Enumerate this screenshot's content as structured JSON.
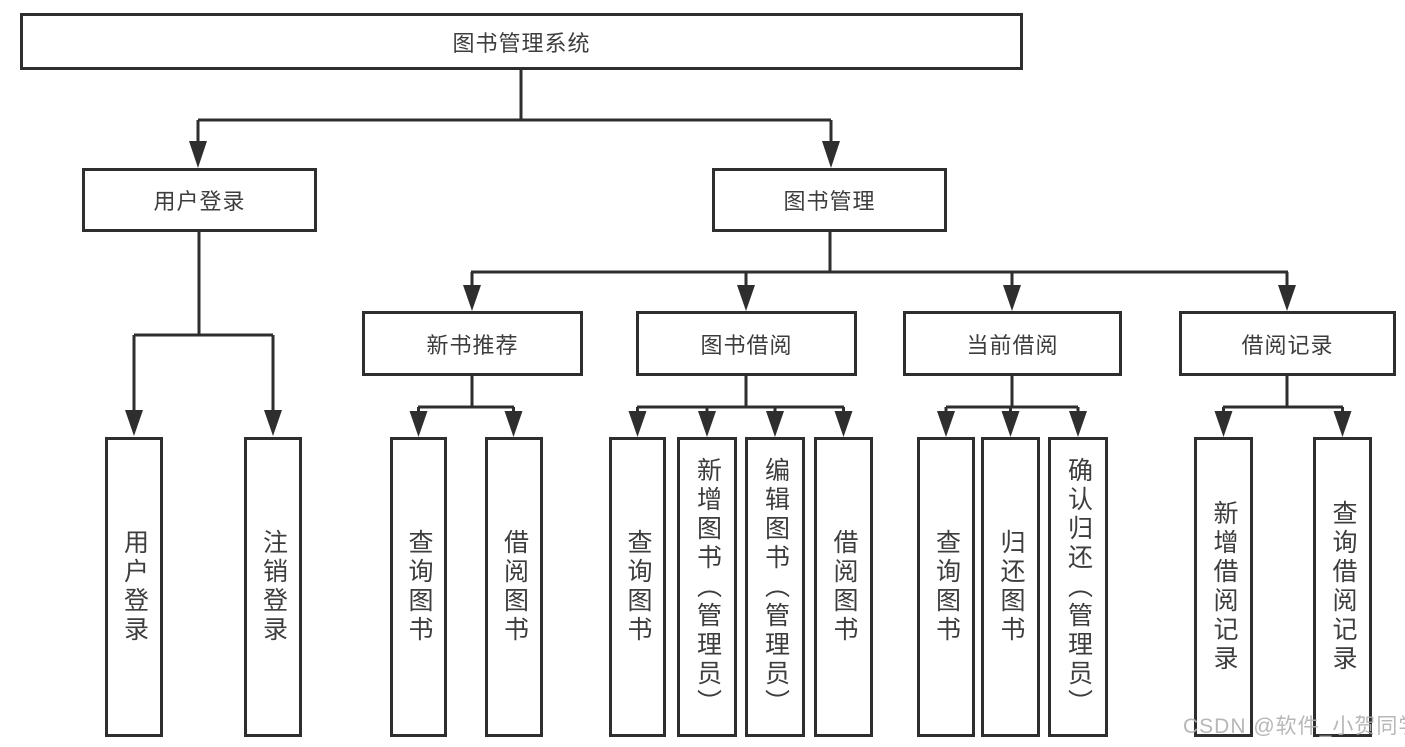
{
  "tree": {
    "root": {
      "label": "图书管理系统"
    },
    "user_login": {
      "label": "用户登录",
      "children": {
        "login": {
          "label": "用户登录"
        },
        "logout": {
          "label": "注销登录"
        }
      }
    },
    "book_mgmt": {
      "label": "图书管理",
      "children": {
        "new_books": {
          "label": "新书推荐",
          "children": {
            "query": {
              "label": "查询图书"
            },
            "borrow": {
              "label": "借阅图书"
            }
          }
        },
        "borrowing": {
          "label": "图书借阅",
          "children": {
            "query": {
              "label": "查询图书"
            },
            "add": {
              "label": "新增图书（管理员）"
            },
            "edit": {
              "label": "编辑图书（管理员）"
            },
            "borrow": {
              "label": "借阅图书"
            }
          }
        },
        "current": {
          "label": "当前借阅",
          "children": {
            "query": {
              "label": "查询图书"
            },
            "return": {
              "label": "归还图书"
            },
            "confirm": {
              "label": "确认归还（管理员）"
            }
          }
        },
        "records": {
          "label": "借阅记录",
          "children": {
            "add": {
              "label": "新增借阅记录"
            },
            "query": {
              "label": "查询借阅记录"
            }
          }
        }
      }
    }
  },
  "watermark": {
    "text": "CSDN @软件_小贺同学"
  },
  "colors": {
    "line": "#2e2e2e",
    "text": "#3d3d3d",
    "watermark": "#b0b0b0",
    "background": "#ffffff"
  }
}
